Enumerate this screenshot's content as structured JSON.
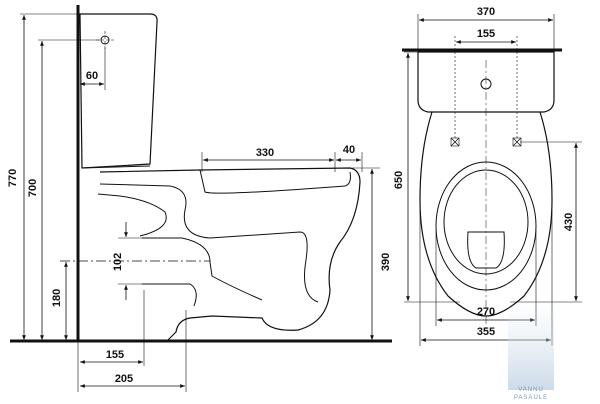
{
  "side_view": {
    "dim_total_height": "770",
    "dim_inlet_height": "700",
    "dim_inlet_offset": "60",
    "dim_bowl_length": "330",
    "dim_rim_overhang": "40",
    "dim_outlet_diameter": "102",
    "dim_seat_height": "390",
    "dim_outlet_height": "180",
    "dim_outlet_offset": "155",
    "dim_depth_to_outlet": "205"
  },
  "top_view": {
    "dim_tank_width": "370",
    "dim_inlet_spacing": "155",
    "dim_total_length": "650",
    "dim_bolt_to_front": "430",
    "dim_seat_width": "270",
    "dim_bowl_width": "355"
  },
  "watermark": {
    "line1": "VANNU",
    "line2": "PASAULE"
  },
  "colors": {
    "line": "#111111",
    "watermark": "#7a9bb8"
  }
}
